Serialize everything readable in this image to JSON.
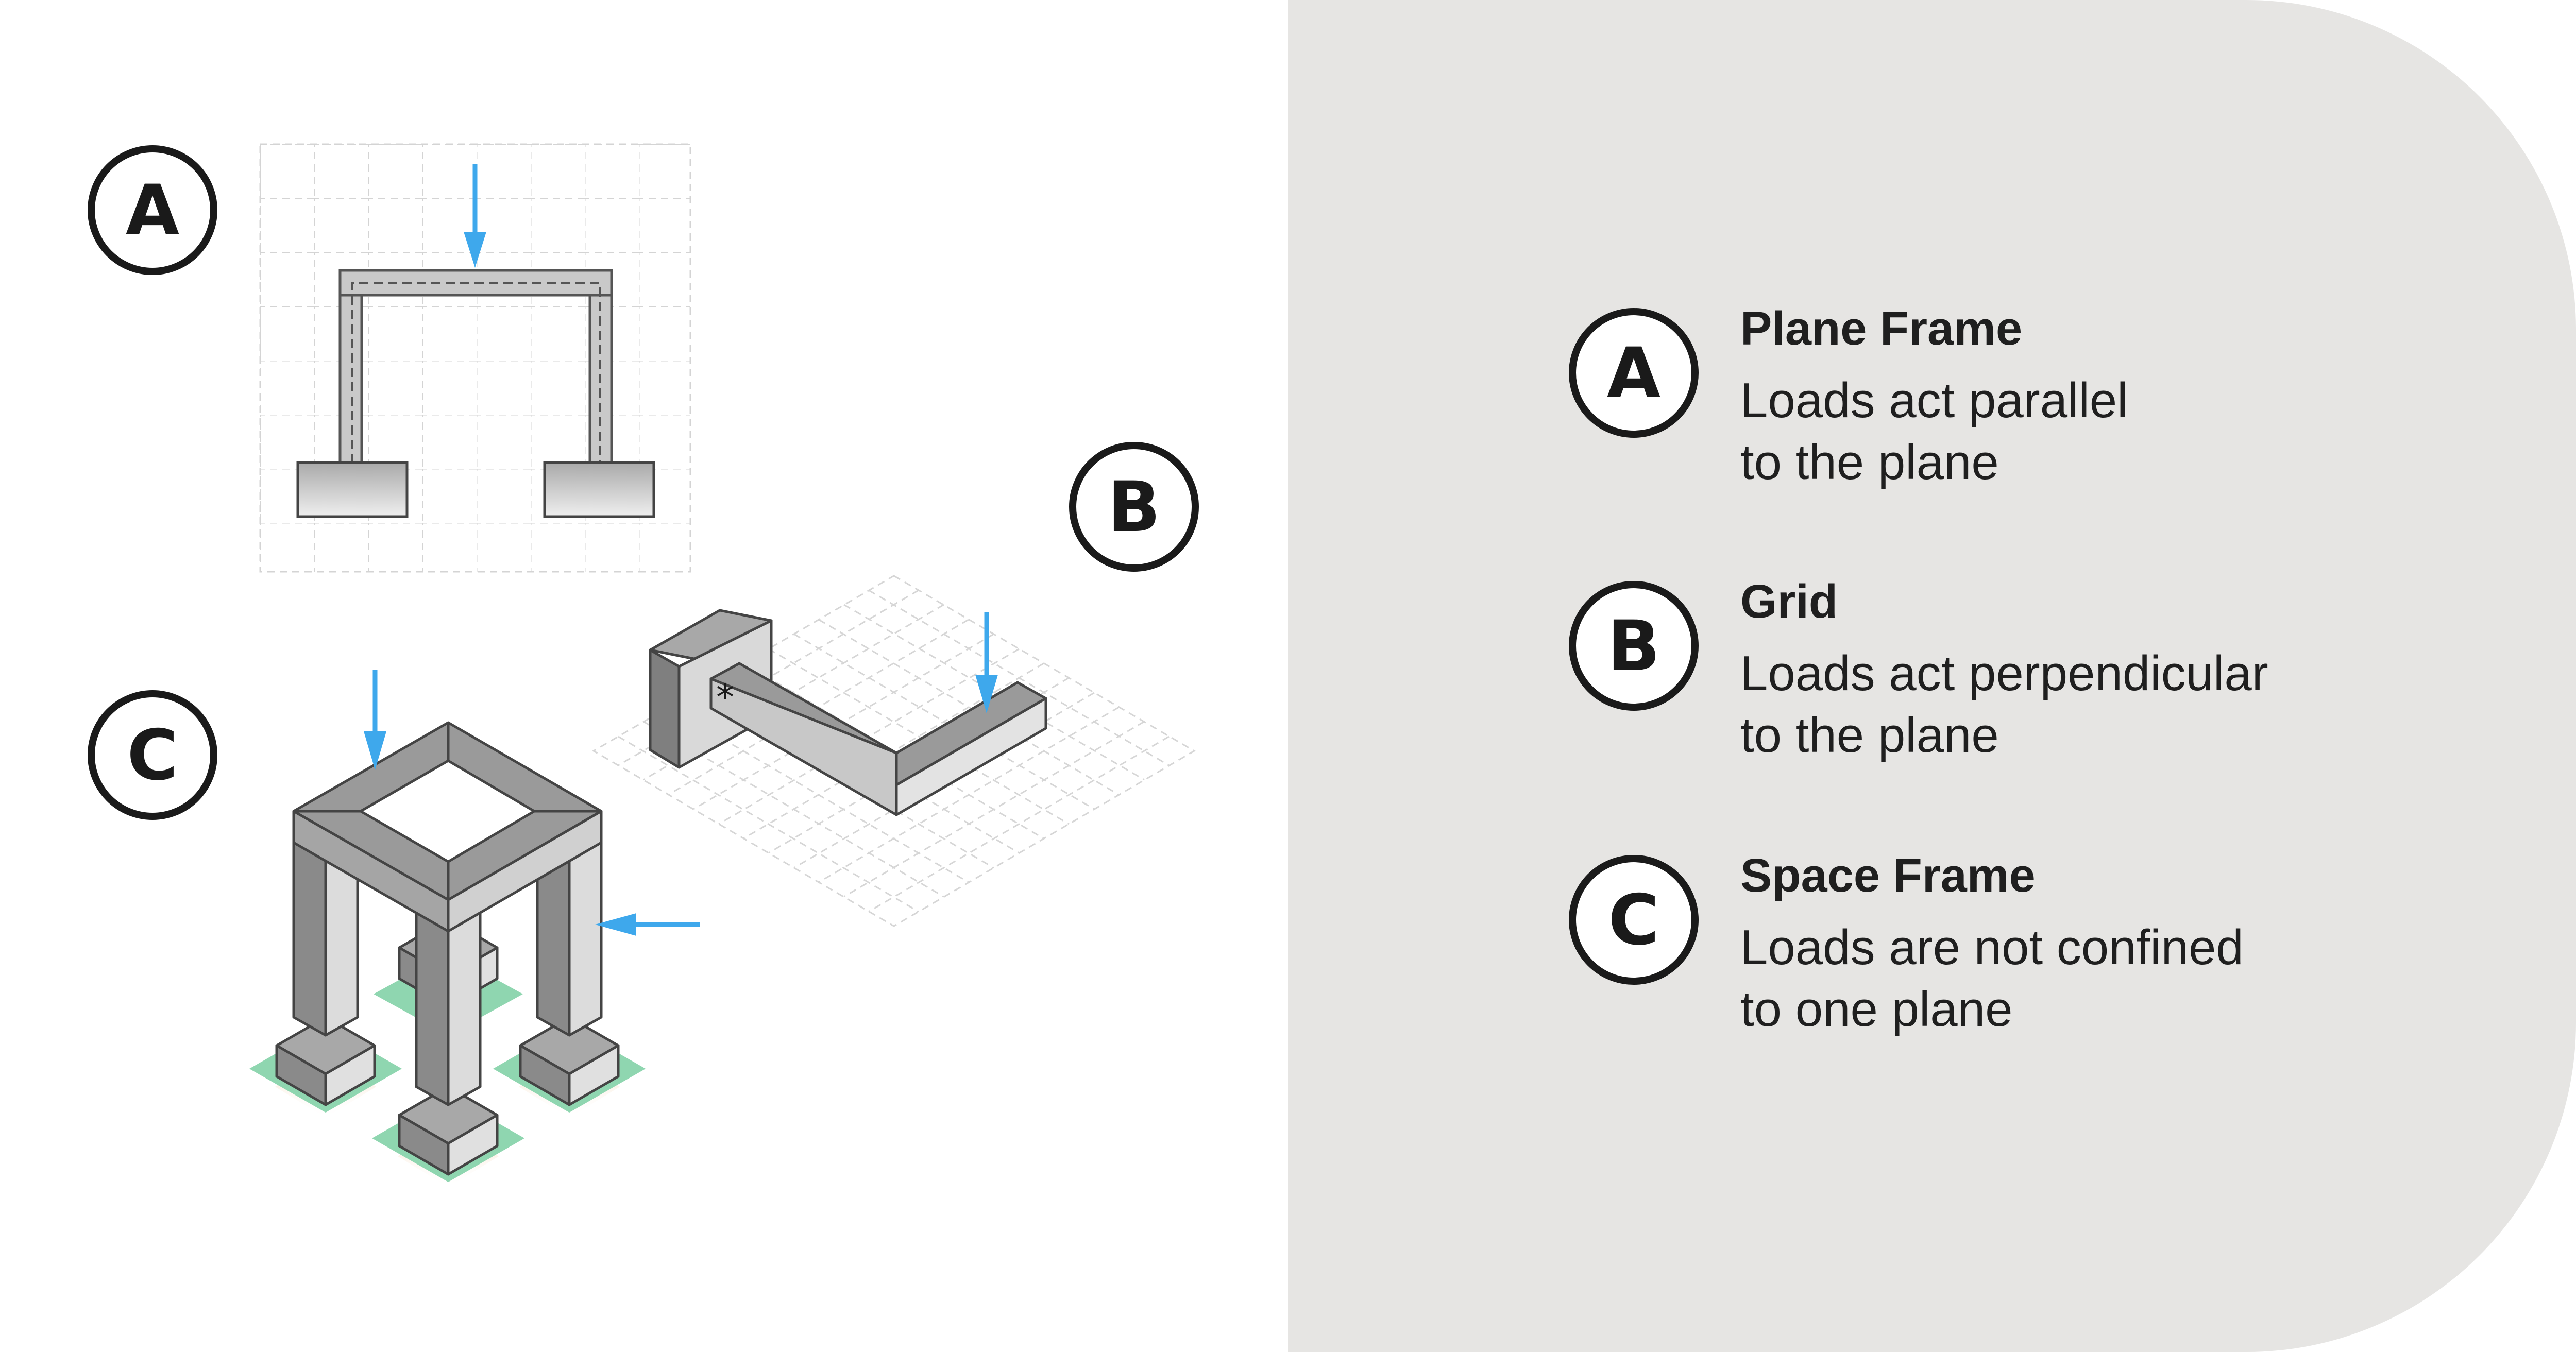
{
  "diagram": {
    "labels": {
      "a": "A",
      "b": "B",
      "c": "C"
    },
    "colors": {
      "load_arrow": "#3ea8ec",
      "member": "#8f8f8f",
      "footing": "#cfcfcf",
      "ground": "#8fd6b0",
      "grid": "#d4d4d4"
    }
  },
  "legend": {
    "items": [
      {
        "letter": "A",
        "title": "Plane Frame",
        "line1": "Loads act parallel",
        "line2": "to the plane"
      },
      {
        "letter": "B",
        "title": "Grid",
        "line1": "Loads act perpendicular",
        "line2": "to the plane"
      },
      {
        "letter": "C",
        "title": "Space Frame",
        "line1": "Loads are not confined",
        "line2": "to one plane"
      }
    ]
  }
}
